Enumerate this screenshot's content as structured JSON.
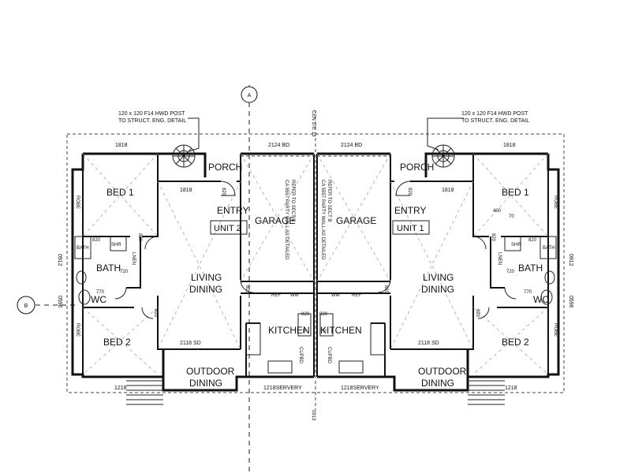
{
  "gridlines": {
    "a": "A",
    "b": "B"
  },
  "dimensions": {
    "top_left": "1818",
    "top_center_left": "2124 BD",
    "top_center_right": "2124 BD",
    "top_right": "1818",
    "left_mid": "0912",
    "left_low": "0596",
    "right_mid": "0912",
    "right_low": "0596",
    "bottom_left": "1218",
    "bottom_right": "1218",
    "sd_left": "2118 SD",
    "sd_right": "2118 SD",
    "servery_left": "1218SERVERY",
    "servery_right": "1218SERVERY",
    "entry_left": "1818",
    "entry_right": "1818",
    "centre_top": "CEN 37E 13",
    "centre_bottom": "0913"
  },
  "notes": {
    "post_left": [
      "120 x 120 F14 HWD POST",
      "TO STRUCT. ENG. DETAIL"
    ],
    "post_right": [
      "120 x 120 F14 HWD POST",
      "TO STRUCT. ENG. DETAIL"
    ],
    "party_wall_left": [
      "CA 5557 PARTY WALL AS DETAILED",
      "REFER TO SECT B"
    ],
    "party_wall_right": [
      "CA 5557 PARTY WALL AS DETAILED",
      "REFER TO SECT B"
    ]
  },
  "rooms": {
    "bed1_left": "BED 1",
    "bed2_left": "BED 2",
    "bath_left": "BATH",
    "wc_left": "WC",
    "porch_left": "PORCH",
    "entry_left": "ENTRY",
    "unit_left": "UNIT 2",
    "living_left": [
      "LIVING",
      "DINING"
    ],
    "garage_left": "GARAGE",
    "kitchen_left": "KITCHEN",
    "outdoor_left": [
      "OUTDOOR",
      "DINING"
    ],
    "bed1_right": "BED 1",
    "bed2_right": "BED 2",
    "bath_right": "BATH",
    "wc_right": "WC",
    "porch_right": "PORCH",
    "entry_right": "ENTRY",
    "unit_right": "UNIT 1",
    "living_right": [
      "LIVING",
      "DINING"
    ],
    "garage_right": "GARAGE",
    "kitchen_right": "KITCHEN",
    "outdoor_right": [
      "OUTDOOR",
      "DINING"
    ]
  },
  "tags": {
    "robe": "ROBE",
    "shr": "SHR",
    "bath": "BATH",
    "lnen": "LNEN",
    "ref": "REF",
    "wm": "WM",
    "d820": "820",
    "d770": "770",
    "d720": "720",
    "cupbd": "CUPBD",
    "p": "P",
    "r": "R",
    "step": "400",
    "step2": "70"
  }
}
